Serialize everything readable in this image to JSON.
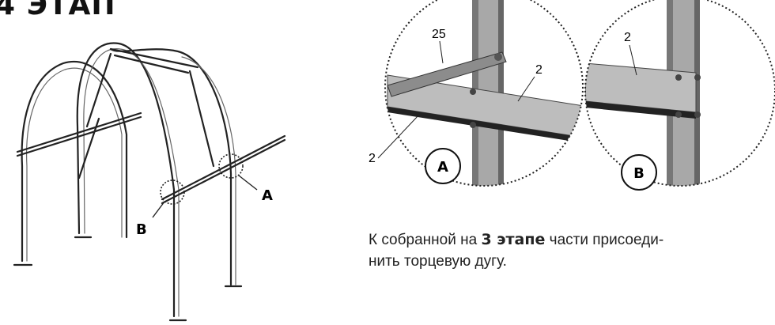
{
  "heading": {
    "title": "4 ЭТАП"
  },
  "overview": {
    "label_a": "A",
    "label_b": "B"
  },
  "detail_a": {
    "badge": "A",
    "callout_25": "25",
    "callout_2_top": "2",
    "callout_2_left": "2"
  },
  "detail_b": {
    "badge": "B",
    "callout_2": "2"
  },
  "instruction": {
    "text_before": "К собранной на ",
    "highlight": "3 этапе",
    "text_after": " части присоеди-",
    "line2": "нить торцевую дугу."
  }
}
